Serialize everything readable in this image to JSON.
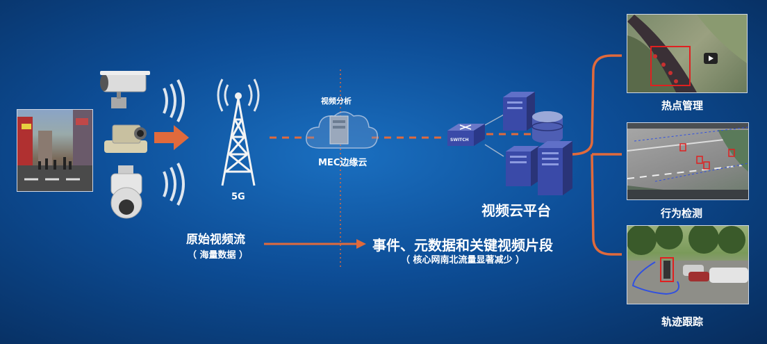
{
  "labels": {
    "tower": "5G",
    "analysis": "视频分析",
    "mec": "MEC边缘云",
    "switch": "SWITCH",
    "platform": "视频云平台",
    "raw_stream": "原始视频流",
    "raw_stream_sub": "（ 海量数据 ）",
    "events": "事件、元数据和关键视频片段",
    "events_sub": "（ 核心网南北流量显著减少 ）"
  },
  "outputs": [
    {
      "label": "热点管理",
      "icon": "crowd-hotspot-photo"
    },
    {
      "label": "行为检测",
      "icon": "road-behavior-photo"
    },
    {
      "label": "轨迹跟踪",
      "icon": "parking-track-photo"
    }
  ],
  "colors": {
    "accent_orange": "#e06a3c",
    "detect_red": "#e02020",
    "server_blue": "#3a4aa8"
  }
}
